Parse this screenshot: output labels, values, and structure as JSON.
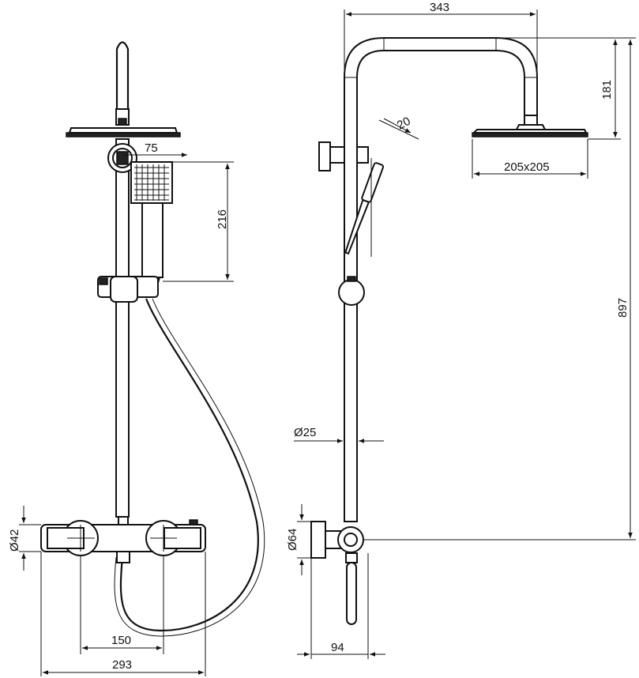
{
  "dimensions": {
    "top_width": "343",
    "arm_drop": "181",
    "head_size": "205x205",
    "height": "897",
    "pipe_dia": "Ø25",
    "handset_angle": "20",
    "handset_offset": "75",
    "handset_height": "216",
    "mixer_dia": "Ø42",
    "valve_dia": "Ø64",
    "inlet_spacing": "150",
    "mixer_width": "293",
    "wall_depth": "94"
  },
  "colors": {
    "line": "#111111",
    "background": "#ffffff"
  }
}
